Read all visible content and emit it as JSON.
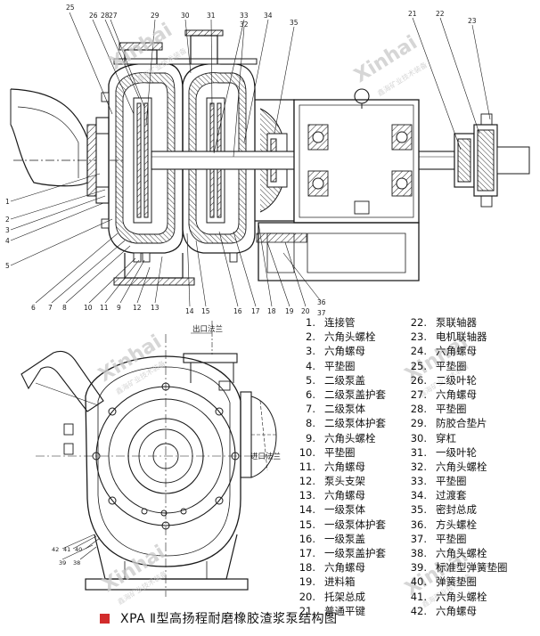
{
  "colors": {
    "accent": "#d22c2c",
    "line": "#1a1a1a",
    "watermark": "#c9c9c9"
  },
  "watermark": {
    "brand": "Xinhai",
    "sub": "鑫海矿业技术装备"
  },
  "callouts_top": [
    "25",
    "26",
    "28",
    "27",
    "29",
    "30",
    "31",
    "33",
    "32",
    "34",
    "35",
    "21",
    "22",
    "23"
  ],
  "callouts_left": [
    "1",
    "2",
    "3",
    "4",
    "5",
    "6",
    "7",
    "8",
    "10",
    "11",
    "9",
    "12",
    "13"
  ],
  "callouts_bottom": [
    "14",
    "15",
    "16",
    "17",
    "18",
    "19",
    "20",
    "36",
    "37"
  ],
  "view_labels": {
    "outlet_flange": "出口法兰",
    "inlet_flange": "进口法兰"
  },
  "callouts_view2": [
    "42",
    "41",
    "40",
    "39",
    "38"
  ],
  "parts_left": [
    {
      "num": "1.",
      "name": "连接管"
    },
    {
      "num": "2.",
      "name": "六角头螺栓"
    },
    {
      "num": "3.",
      "name": "六角螺母"
    },
    {
      "num": "4.",
      "name": "平垫圈"
    },
    {
      "num": "5.",
      "name": "二级泵盖"
    },
    {
      "num": "6.",
      "name": "二级泵盖护套"
    },
    {
      "num": "7.",
      "name": "二级泵体"
    },
    {
      "num": "8.",
      "name": "二级泵体护套"
    },
    {
      "num": "9.",
      "name": "六角头螺栓"
    },
    {
      "num": "10.",
      "name": "平垫圈"
    },
    {
      "num": "11.",
      "name": "六角螺母"
    },
    {
      "num": "12.",
      "name": "泵头支架"
    },
    {
      "num": "13.",
      "name": "六角螺母"
    },
    {
      "num": "14.",
      "name": "一级泵体"
    },
    {
      "num": "15.",
      "name": "一级泵体护套"
    },
    {
      "num": "16.",
      "name": "一级泵盖"
    },
    {
      "num": "17.",
      "name": "一级泵盖护套"
    },
    {
      "num": "18.",
      "name": "六角螺母"
    },
    {
      "num": "19.",
      "name": "进料箱"
    },
    {
      "num": "20.",
      "name": "托架总成"
    },
    {
      "num": "21.",
      "name": "普通平键"
    }
  ],
  "parts_right": [
    {
      "num": "22.",
      "name": "泵联轴器"
    },
    {
      "num": "23.",
      "name": "电机联轴器"
    },
    {
      "num": "24.",
      "name": "六角螺母"
    },
    {
      "num": "25.",
      "name": "平垫圈"
    },
    {
      "num": "26.",
      "name": "二级叶轮"
    },
    {
      "num": "27.",
      "name": "六角螺母"
    },
    {
      "num": "28.",
      "name": "平垫圈"
    },
    {
      "num": "29.",
      "name": "防胶合垫片"
    },
    {
      "num": "30.",
      "name": "穿杠"
    },
    {
      "num": "31.",
      "name": "一级叶轮"
    },
    {
      "num": "32.",
      "name": "六角头螺栓"
    },
    {
      "num": "33.",
      "name": "平垫圈"
    },
    {
      "num": "34.",
      "name": "过渡套"
    },
    {
      "num": "35.",
      "name": "密封总成"
    },
    {
      "num": "36.",
      "name": "方头螺栓"
    },
    {
      "num": "37.",
      "name": "平垫圈"
    },
    {
      "num": "38.",
      "name": "六角头螺栓"
    },
    {
      "num": "39.",
      "name": "标准型弹簧垫圈"
    },
    {
      "num": "40.",
      "name": "弹簧垫圈"
    },
    {
      "num": "41.",
      "name": "六角头螺栓"
    },
    {
      "num": "42.",
      "name": "六角螺母"
    }
  ],
  "caption": "XPA Ⅱ型高扬程耐磨橡胶渣浆泵结构图"
}
